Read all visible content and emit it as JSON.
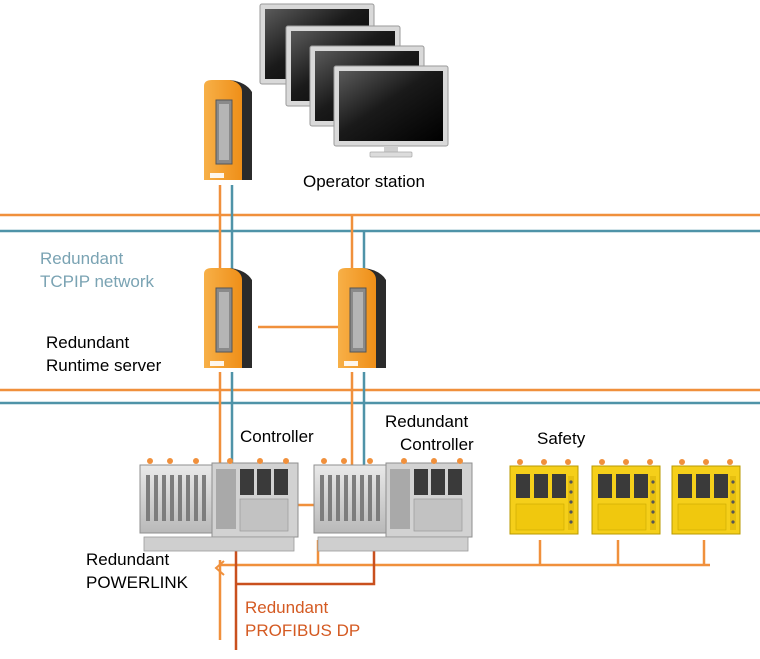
{
  "labels": {
    "operator_station": "Operator station",
    "tcpip_line1": "Redundant",
    "tcpip_line2": "TCPIP network",
    "runtime_line1": "Redundant",
    "runtime_line2": "Runtime server",
    "controller": "Controller",
    "red_controller_line1": "Redundant",
    "red_controller_line2": "Controller",
    "safety": "Safety",
    "powerlink_line1": "Redundant",
    "powerlink_line2": "POWERLINK",
    "profibus_line1": "Redundant",
    "profibus_line2": "PROFIBUS DP"
  },
  "colors": {
    "orange_line": "#f0903c",
    "blue_line": "#4f93a8",
    "profibus_line": "#c9501e",
    "server_orange": "#f5a02a",
    "safety_yellow": "#f5cf1a",
    "tcpip_label": "#7aa3b3",
    "profibus_label": "#d45a22"
  },
  "icons": {
    "monitors": "monitor-stack-icon",
    "servers": "server-icon",
    "controllers": "plc-controller-icon",
    "safety_modules": "safety-module-icon"
  }
}
